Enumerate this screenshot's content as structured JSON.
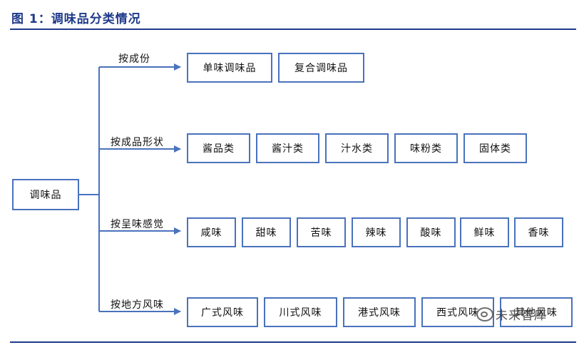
{
  "title": "图 1：调味品分类情况",
  "root": "调味品",
  "branches": [
    {
      "label": "按成份",
      "items": [
        "单味调味品",
        "复合调味品"
      ]
    },
    {
      "label": "按成品形状",
      "items": [
        "酱品类",
        "酱汁类",
        "汁水类",
        "味粉类",
        "固体类"
      ]
    },
    {
      "label": "按呈味感觉",
      "items": [
        "咸味",
        "甜味",
        "苦味",
        "辣味",
        "酸味",
        "鲜味",
        "香味"
      ]
    },
    {
      "label": "按地方风味",
      "items": [
        "广式风味",
        "川式风味",
        "港式风味",
        "西式风味",
        "其他风味"
      ]
    }
  ],
  "watermark": "未来智库",
  "colors": {
    "line": "#4a72bd",
    "title": "#1f3a8a"
  }
}
